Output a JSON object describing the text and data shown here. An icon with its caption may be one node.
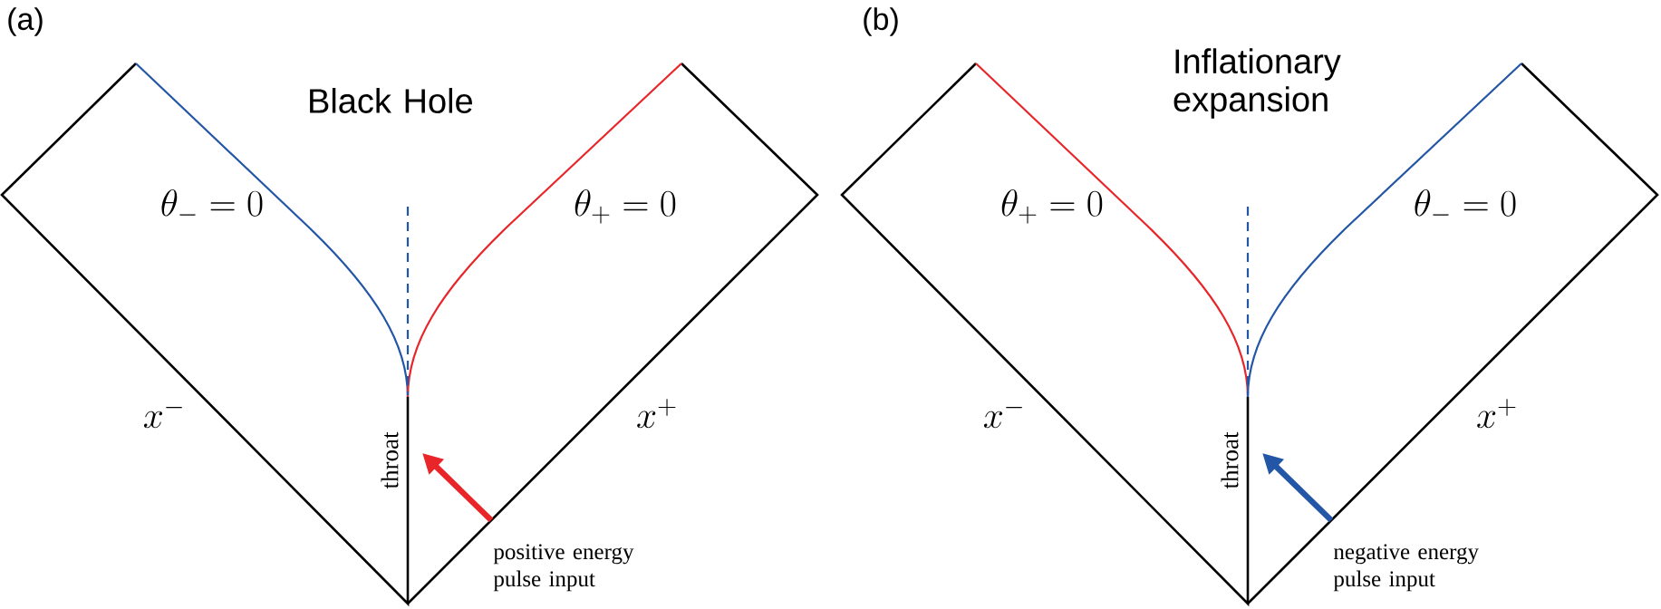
{
  "diagram": {
    "nodes": [
      {
        "text": [
          "throat"
        ]
      },
      {
        "text": [
          "positive energy pulse input"
        ]
      },
      {
        "text": [
          "throat"
        ]
      },
      {
        "text": [
          "negative energy pulse input"
        ]
      }
    ],
    "edges": [
      {
        "from": 1,
        "to": 0,
        "arrow": "to",
        "color": "#e8262a"
      },
      {
        "from": 3,
        "to": 2,
        "arrow": "to",
        "color": "#2356a6"
      }
    ],
    "labels": [
      "(a)",
      "(b)",
      "Black Hole",
      "Inflationary expansion",
      "\\theta_- = 0",
      "\\theta_+ = 0",
      "\\theta_+ = 0",
      "\\theta_- = 0",
      "x^-",
      "x^+",
      "x^-",
      "x^+"
    ]
  }
}
